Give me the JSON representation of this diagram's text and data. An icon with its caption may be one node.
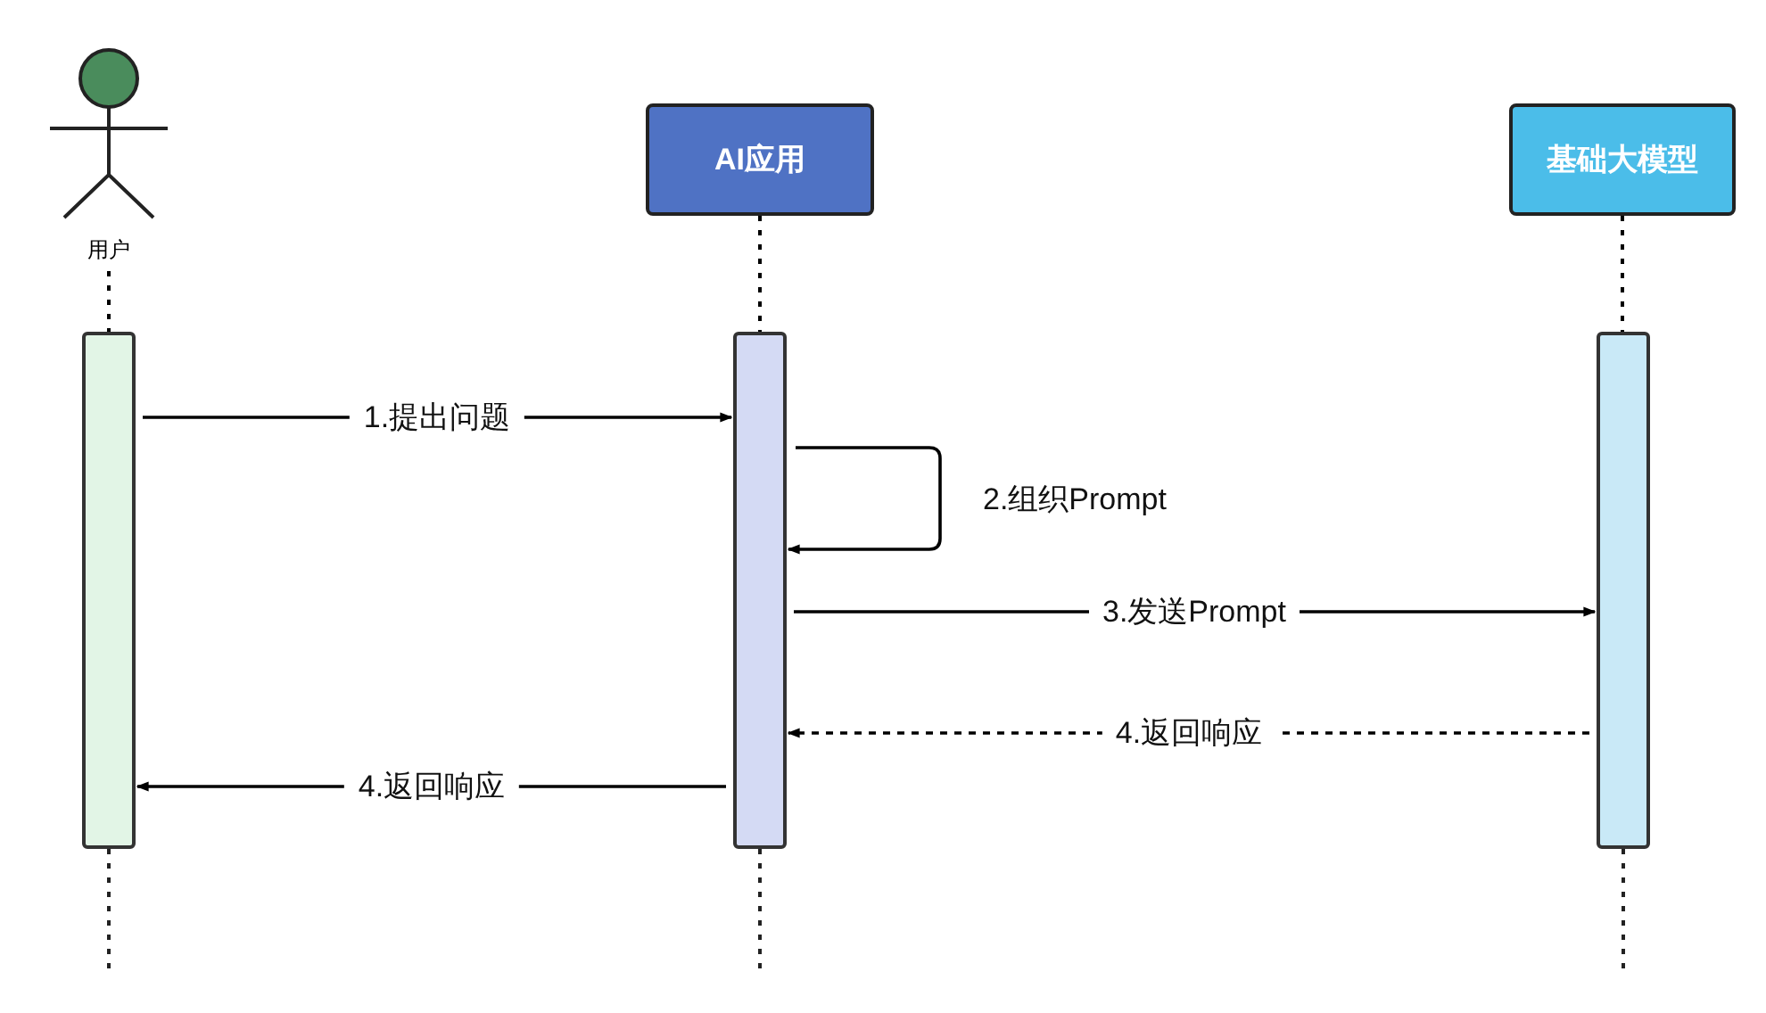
{
  "diagram": {
    "nodes": [
      {
        "text": [
          "用户"
        ]
      },
      {
        "text": [
          "AI应用"
        ]
      },
      {
        "text": [
          "基础大模型"
        ]
      },
      {
        "text": [],
        "shape": "bar"
      },
      {
        "text": [],
        "shape": "bar"
      },
      {
        "text": [],
        "shape": "bar"
      }
    ],
    "edges": [
      {
        "from": 0,
        "to": 3,
        "arrow": "none",
        "style": "dashed"
      },
      {
        "from": 1,
        "to": 4,
        "arrow": "none",
        "style": "dashed"
      },
      {
        "from": 2,
        "to": 5,
        "arrow": "none",
        "style": "dashed"
      },
      {
        "from": 3,
        "to": 4,
        "arrow": "to",
        "label": "1.提出问题"
      },
      {
        "from": 4,
        "to": 4,
        "arrow": "to",
        "label": "2.组织Prompt"
      },
      {
        "from": 4,
        "to": 5,
        "arrow": "to",
        "label": "3.发送Prompt"
      },
      {
        "from": 5,
        "to": 4,
        "arrow": "to",
        "label": "4.返回响应",
        "style": "dashed"
      },
      {
        "from": 4,
        "to": 3,
        "arrow": "to",
        "label": "4.返回响应"
      }
    ]
  }
}
